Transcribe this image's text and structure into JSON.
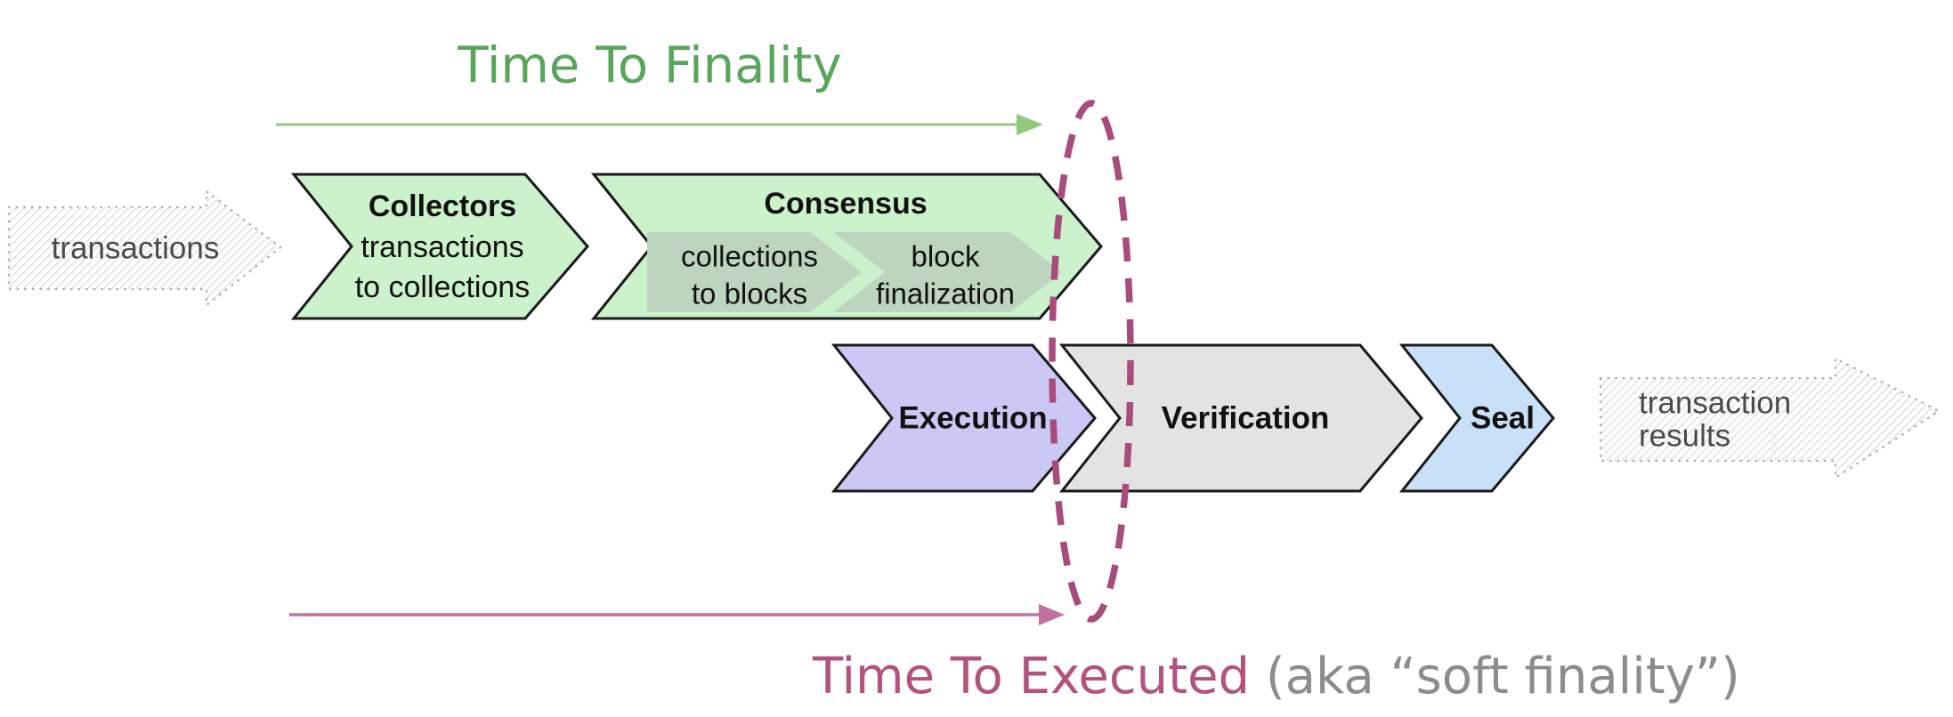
{
  "timelines": {
    "finality": {
      "label": "Time To Finality",
      "color": "#5aa55c",
      "arrow_color": "#90c87e"
    },
    "executed": {
      "label": "Time To Executed",
      "suffix": " (aka “soft finality”)",
      "color": "#b4527e",
      "suffix_color": "#8c8c8c",
      "arrow_color": "#c1729f",
      "ellipse_color": "#a84c7d"
    }
  },
  "io": {
    "input_label": "transactions",
    "output_line1": "transaction",
    "output_line2": "results"
  },
  "stages": {
    "collectors": {
      "title": "Collectors",
      "line1": "transactions",
      "line2": "to collections"
    },
    "consensus": {
      "title": "Consensus",
      "sub1_line1": "collections",
      "sub1_line2": "to blocks",
      "sub2_line1": "block",
      "sub2_line2": "finalization"
    },
    "execution": {
      "title": "Execution"
    },
    "verification": {
      "title": "Verification"
    },
    "seal": {
      "title": "Seal"
    }
  },
  "colors": {
    "green_fill": "#ccf2cb",
    "sub_chevron_fill": "#bdd4be",
    "purple_fill": "#ccc8f4",
    "gray_fill": "#e4e3e4",
    "blue_fill": "#c9e1f8",
    "outline": "#1a1a1a",
    "sketch_outline": "#b0b0b0",
    "hatch_line": "#dadada",
    "sketch_text": "#4a4a4a",
    "label_text": "#111111"
  }
}
